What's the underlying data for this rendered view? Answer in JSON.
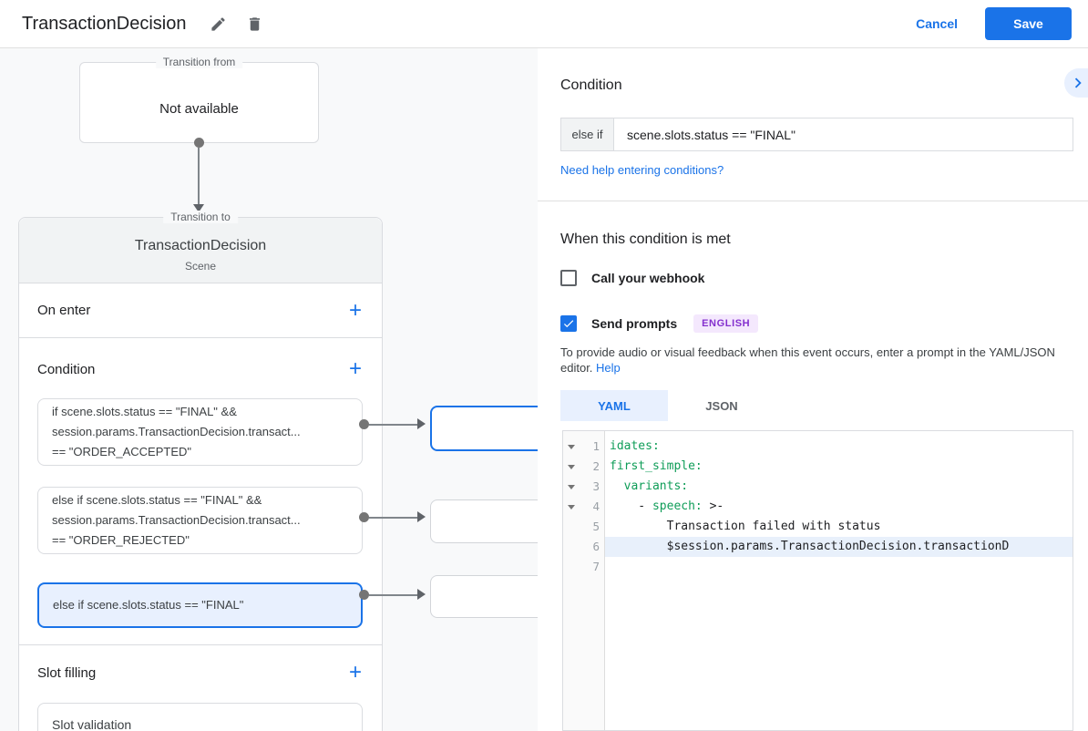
{
  "colors": {
    "accent_blue": "#1a73e8",
    "selection_bg": "#e8f0fe",
    "yaml_key_green": "#0f9d58",
    "badge_text_purple": "#8430ce",
    "badge_bg_purple": "#f4e8fd",
    "canvas_bg": "#f8f9fa"
  },
  "icons": {
    "plus_glyph": "+"
  },
  "header": {
    "title": "TransactionDecision",
    "cancel_label": "Cancel",
    "save_label": "Save"
  },
  "flow": {
    "transition_from": {
      "legend": "Transition from",
      "value": "Not available"
    },
    "transition_to": {
      "legend": "Transition to",
      "title": "TransactionDecision",
      "subtitle": "Scene",
      "on_enter_label": "On enter",
      "condition_label": "Condition",
      "slot_filling_label": "Slot filling",
      "condition_items": [
        {
          "selected": false,
          "lines": [
            "if scene.slots.status == \"FINAL\" &&",
            "session.params.TransactionDecision.transact...",
            "== \"ORDER_ACCEPTED\""
          ]
        },
        {
          "selected": false,
          "lines": [
            "else if scene.slots.status == \"FINAL\" &&",
            "session.params.TransactionDecision.transact...",
            "== \"ORDER_REJECTED\""
          ]
        },
        {
          "selected": true,
          "lines": [
            "else if scene.slots.status == \"FINAL\""
          ]
        }
      ],
      "slot_items": [
        "Slot validation"
      ]
    }
  },
  "panel": {
    "title": "Condition",
    "condition_input": {
      "prefix": "else if",
      "value": "scene.slots.status == \"FINAL\""
    },
    "help_link": "Need help entering conditions?",
    "when_met_heading": "When this condition is met",
    "webhook_checkbox": {
      "label": "Call your webhook",
      "checked": false
    },
    "prompts_checkbox": {
      "label": "Send prompts",
      "checked": true,
      "language_badge": "ENGLISH"
    },
    "prompt_hint": "To provide audio or visual feedback when this event occurs, enter a prompt in the YAML/JSON editor.",
    "prompt_help_label": "Help",
    "editor": {
      "tabs": [
        {
          "label": "YAML",
          "active": true
        },
        {
          "label": "JSON",
          "active": false
        }
      ],
      "code_lines": [
        {
          "num": 1,
          "fold": true,
          "highlight": false,
          "segments": [
            {
              "text": "idates:",
              "type": "key"
            }
          ]
        },
        {
          "num": 2,
          "fold": true,
          "highlight": false,
          "segments": [
            {
              "text": "first_simple:",
              "type": "key"
            }
          ]
        },
        {
          "num": 3,
          "fold": true,
          "highlight": false,
          "segments": [
            {
              "text": "  ",
              "type": "plain"
            },
            {
              "text": "variants:",
              "type": "key"
            }
          ]
        },
        {
          "num": 4,
          "fold": true,
          "highlight": false,
          "segments": [
            {
              "text": "    - ",
              "type": "plain"
            },
            {
              "text": "speech:",
              "type": "key"
            },
            {
              "text": " >-",
              "type": "plain"
            }
          ]
        },
        {
          "num": 5,
          "fold": false,
          "highlight": false,
          "segments": [
            {
              "text": "        Transaction failed with status",
              "type": "plain"
            }
          ]
        },
        {
          "num": 6,
          "fold": false,
          "highlight": true,
          "segments": [
            {
              "text": "        $session.params.TransactionDecision.transactionD",
              "type": "plain"
            }
          ]
        },
        {
          "num": 7,
          "fold": false,
          "highlight": false,
          "segments": []
        }
      ]
    }
  }
}
